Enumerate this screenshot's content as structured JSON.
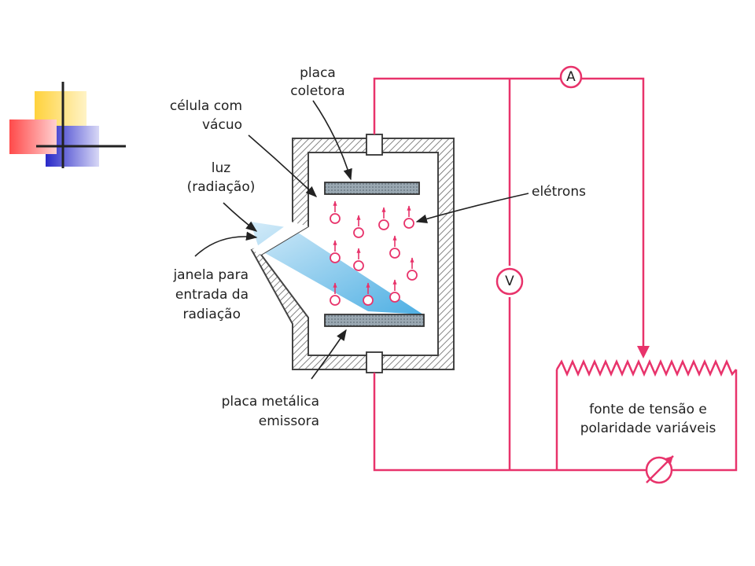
{
  "labels": {
    "placa_coletora": [
      "placa",
      "coletora"
    ],
    "celula_vacuo": [
      "célula com",
      "vácuo"
    ],
    "luz": [
      "luz",
      "(radiação)"
    ],
    "janela": [
      "janela para",
      "entrada da",
      "radiação"
    ],
    "placa_emissora": [
      "placa metálica",
      "emissora"
    ],
    "eletrons": "elétrons",
    "fonte": [
      "fonte de tensão e",
      "polaridade variáveis"
    ],
    "ammeter": "A",
    "voltmeter": "V"
  },
  "colors": {
    "circuit": "#e8336b",
    "chamber": "#555555",
    "plate": "#8a9aa6",
    "light": "#4fb3e8",
    "deco_yellow": "#ffd23c",
    "deco_red": "#ff4a4a",
    "deco_blue": "#3a3ad0"
  }
}
